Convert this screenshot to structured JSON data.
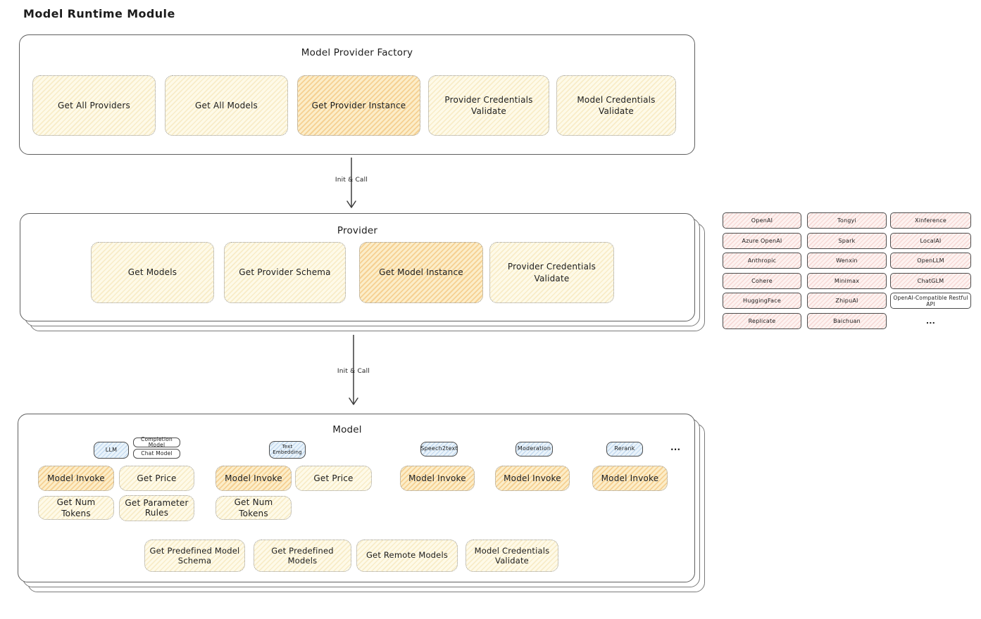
{
  "title": "Model Runtime Module",
  "connectors": {
    "c1": "Init & Call",
    "c2": "Init & Call"
  },
  "factory": {
    "label": "Model Provider Factory",
    "boxes": [
      {
        "label": "Get All Providers",
        "highlighted": false
      },
      {
        "label": "Get All Models",
        "highlighted": false
      },
      {
        "label": "Get Provider Instance",
        "highlighted": true
      },
      {
        "label": "Provider Credentials Validate",
        "highlighted": false
      },
      {
        "label": "Model Credentials Validate",
        "highlighted": false
      }
    ]
  },
  "provider": {
    "label": "Provider",
    "boxes": [
      {
        "label": "Get Models",
        "highlighted": false
      },
      {
        "label": "Get Provider Schema",
        "highlighted": false
      },
      {
        "label": "Get Model Instance",
        "highlighted": true
      },
      {
        "label": "Provider Credentials Validate",
        "highlighted": false
      }
    ]
  },
  "provider_list": {
    "columns": [
      [
        "OpenAI",
        "Azure OpenAI",
        "Anthropic",
        "Cohere",
        "HuggingFace",
        "Replicate"
      ],
      [
        "Tongyi",
        "Spark",
        "Wenxin",
        "Minimax",
        "ZhipuAI",
        "Baichuan"
      ],
      [
        "Xinference",
        "LocalAI",
        "OpenLLM",
        "ChatGLM",
        "OpenAI-Compatible Restful API"
      ]
    ],
    "more": "..."
  },
  "model": {
    "label": "Model",
    "tags": {
      "llm": "LLM",
      "completion": "Completion Model",
      "chat": "Chat Model",
      "text_embedding": "Text Embedding",
      "speech2text": "Speech2text",
      "moderation": "Moderation",
      "rerank": "Rerank",
      "more": "..."
    },
    "boxes": {
      "model_invoke": "Model Invoke",
      "get_price": "Get Price",
      "get_num_tokens": "Get Num Tokens",
      "get_parameter_rules": "Get Parameter Rules",
      "get_predefined_model_schema": "Get Predefined Model Schema",
      "get_predefined_models": "Get Predefined Models",
      "get_remote_models": "Get Remote Models",
      "model_credentials_validate": "Model Credentials Validate"
    }
  },
  "colors": {
    "box_yellow": "#fdf6dd",
    "box_orange": "#f8dca4",
    "provider_pink": "#fbe4e1",
    "tag_blue": "#ddeaf8",
    "border_dark": "#5f5f5f"
  }
}
